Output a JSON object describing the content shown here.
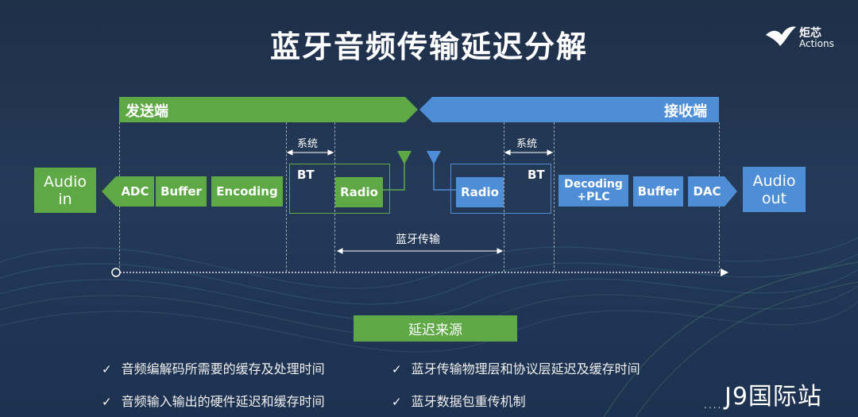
{
  "title": "蓝牙音频传输延迟分解",
  "logo": {
    "cn": "炬芯",
    "en": "Actions"
  },
  "sender": {
    "label": "发送端",
    "io": "Audio\nin",
    "blocks": [
      "ADC",
      "Buffer",
      "Encoding"
    ],
    "bt": "BT",
    "radio": "Radio"
  },
  "receiver": {
    "label": "接收端",
    "io": "Audio\nout",
    "blocks": [
      "Decoding\n+PLC",
      "Buffer",
      "DAC"
    ],
    "bt": "BT",
    "radio": "Radio"
  },
  "system_label_left": "系统",
  "system_label_right": "系统",
  "bt_transfer_label": "蓝牙传输",
  "sources": {
    "title": "延迟来源",
    "items": [
      "音频编解码所需要的缓存及处理时间",
      "蓝牙传输物理层和协议层延迟及缓存时间",
      "音频输入输出的硬件延迟和缓存时间",
      "蓝牙数据包重传机制"
    ]
  },
  "watermark": "J9国际站",
  "watermark_dots": ".....",
  "colors": {
    "green": "#5ea846",
    "blue": "#4e8ed6",
    "background": "#1e2f48"
  }
}
